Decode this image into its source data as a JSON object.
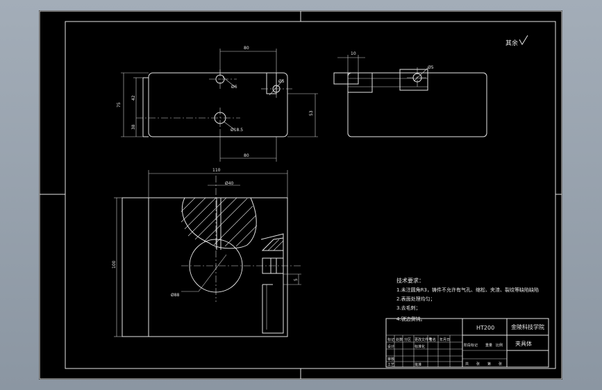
{
  "drawing": {
    "roughness_note": "其余",
    "dims": {
      "top_width": "80",
      "top_hole_a": "Ø6",
      "top_hole_b": "Ø5",
      "top_left_a": "75",
      "top_left_b": "42",
      "top_left_c": "38",
      "top_hole_c": "Ø18.5",
      "top_right": "53",
      "top_bottom": "80",
      "side_top": "10",
      "side_hole": "Ø5",
      "plan_width": "110",
      "plan_bore": "Ø40",
      "plan_height": "100",
      "plan_circle": "Ø88",
      "plan_small": "5"
    },
    "tech_requirements": {
      "title": "技术要求：",
      "items": [
        "1.未注圆角R3，铸件不允许有气孔、缩松、夹渣、裂纹等缺陷缺陷",
        "2.表面处理均匀；",
        "3.去毛刺；",
        "4.锐边倒钝。"
      ]
    },
    "title_block": {
      "material": "HT200",
      "school": "金陵科技学院",
      "part_name": "夹具体",
      "row1": [
        "标记",
        "处数",
        "分区",
        "更改文件号",
        "签名",
        "年月日"
      ],
      "row2": [
        "设计",
        "",
        "",
        "标准化",
        "",
        ""
      ],
      "row3": [
        "审核",
        "",
        "",
        "",
        "",
        ""
      ],
      "row4": [
        "工艺",
        "",
        "",
        "批准",
        "",
        ""
      ],
      "stage_labels": [
        "阶段标记",
        "重量",
        "比例"
      ],
      "sheet_labels": [
        "共",
        "张",
        "第",
        "张"
      ]
    }
  }
}
